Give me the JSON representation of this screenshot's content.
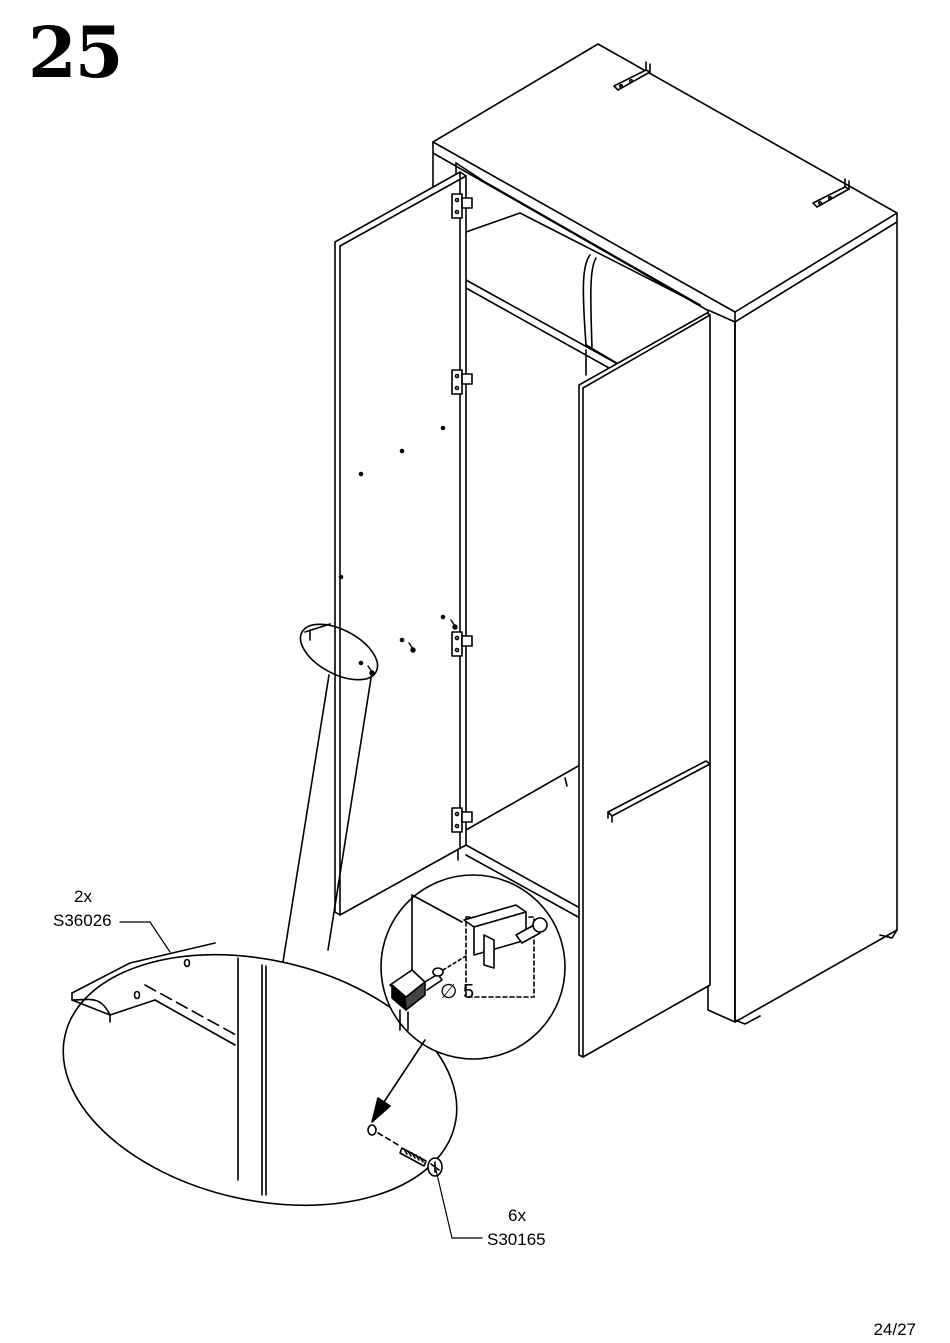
{
  "step": "25",
  "callouts": {
    "bracket": {
      "qty": "2x",
      "code": "S36026"
    },
    "screw": {
      "qty": "6x",
      "code": "S30165"
    },
    "drill": "∅ 5"
  },
  "page": "24/27"
}
